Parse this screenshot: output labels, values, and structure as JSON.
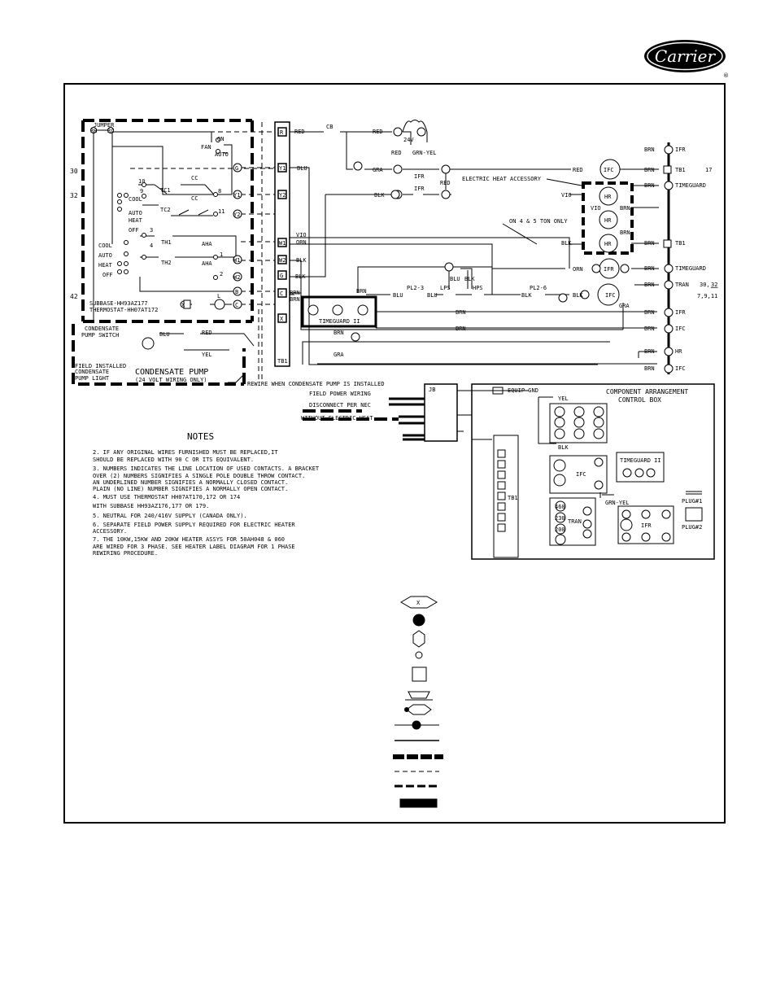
{
  "logo": {
    "text": "Carrier",
    "mark": "®"
  },
  "thermostat": {
    "jumper": "JUMPER",
    "rh": "RH",
    "rc": "RC",
    "fan": "FAN",
    "on": "ON",
    "auto": "AUTO",
    "cool": "COOL",
    "heat": "HEAT",
    "off": "OFF",
    "tc1": "TC1",
    "tc2": "TC2",
    "th1": "TH1",
    "th2": "TH2",
    "cc": "CC",
    "aha": "AHA",
    "sys_cool": "COOL",
    "sys_auto": "AUTO",
    "sys_heat": "HEAT",
    "sys_off": "OFF",
    "n10": "10",
    "n9": "9",
    "n8": "8",
    "n11": "11",
    "n3": "3",
    "n4": "4",
    "n1": "1",
    "n2": "2",
    "g": "G",
    "y1": "Y1",
    "y2": "Y2",
    "w1": "W1",
    "w2": "W2",
    "b": "B",
    "c": "C",
    "x": "X",
    "l": "L",
    "subbase": "SUBBASE-HH93AZ177",
    "thermostat_model": "THERMOSTAT-HH07AT172"
  },
  "left_numbers": [
    "30",
    "32",
    "42"
  ],
  "tb1": {
    "label": "TB1",
    "terminals": [
      "R",
      "Y1",
      "Y2",
      "W1",
      "W2",
      "G",
      "C",
      "X"
    ]
  },
  "wires": {
    "red": "RED",
    "blu": "BLU",
    "vio": "VIO",
    "orn": "ORN",
    "blk": "BLK",
    "brn": "BRN",
    "gra": "GRA",
    "yel": "YEL",
    "grn_yel": "GRN-YEL",
    "cb": "CB",
    "v24": "24V",
    "ifr": "IFR",
    "lps": "LPS",
    "hps": "HPS",
    "pl23": "PL2-3",
    "pl26": "PL2-6"
  },
  "right_column": {
    "ifr": "IFR",
    "tb1": "TB1",
    "timeguard": "TIMEGUARD",
    "tran": "TRAN",
    "ifc": "IFC",
    "hr": "HR",
    "n17": "17",
    "ref1": "30,",
    "ref1u": "32",
    "ref2": "7,9,11"
  },
  "labels": {
    "electric_heat": "ELECTRIC HEAT ACCESSORY",
    "on_4_5_ton": "ON 4 & 5 TON ONLY",
    "timeguard_ii": "TIMEGUARD II",
    "condensate_pump_switch_1": "CONDENSATE",
    "condensate_pump_switch_2": "PUMP SWITCH",
    "field_installed_1": "FIELD INSTALLED",
    "field_installed_2": "CONDENSATE",
    "field_installed_3": "PUMP LIGHT",
    "condensate_pump": "CONDENSATE PUMP",
    "volt_wiring": "(24 VOLT WIRING ONLY)",
    "rewire": "REWIRE WHEN CONDENSATE PUMP IS INSTALLED",
    "field_power": "FIELD POWER WIRING",
    "disconnect": "DISCONNECT PER NEC",
    "without_heat": "WITHOUT ELECTRIC HEAT",
    "jb": "JB",
    "equip_gnd": "EQUIP GND"
  },
  "component_box": {
    "title_1": "COMPONENT ARRANGEMENT",
    "title_2": "CONTROL BOX",
    "yel": "YEL",
    "blk": "BLK",
    "ifc": "IFC",
    "tran": "TRAN",
    "ifr": "IFR",
    "timeguard": "TIMEGUARD II",
    "tb1": "TB1",
    "grn_yel": "GRN-YEL",
    "plug1": "PLUG#1",
    "plug2": "PLUG#2",
    "v460": "460",
    "v230": "230",
    "v200": "200"
  },
  "notes": {
    "title": "NOTES",
    "lines": [
      "2. IF ANY ORIGINAL WIRES FURNISHED MUST BE REPLACED,IT",
      "   SHOULD BE REPLACED WITH 90 C OR ITS EQUIVALENT.",
      "3. NUMBERS INDICATES THE LINE LOCATION OF USED CONTACTS. A BRACKET",
      "   OVER (2) NUMBERS SIGNIFIES A SINGLE POLE DOUBLE THROW CONTACT.",
      "   AN UNDERLINED NUMBER SIGNIFIES A NORMALLY CLOSED CONTACT.",
      "   PLAIN (NO LINE) NUMBER SIGNIFIES A NORMALLY OPEN CONTACT.",
      "4. MUST USE THERMOSTAT HH07AT170,172 OR 174",
      "   WITH SUBBASE HH93AZ176,177 OR 179.",
      "5. NEUTRAL FOR 240/416V SUPPLY (CANADA ONLY).",
      "6. SEPARATE FIELD POWER SUPPLY REQUIRED FOR ELECTRIC HEATER",
      "   ACCESSORY.",
      "7. THE 10KW,15KW AND 20KW HEATER ASSYS FOR 50AH048 & 060",
      "   ARE WIRED FOR 3 PHASE. SEE HEATER LABEL DIAGRAM FOR 1 PHASE",
      "   REWIRING PROCEDURE."
    ]
  },
  "legend": {
    "x": "X"
  }
}
